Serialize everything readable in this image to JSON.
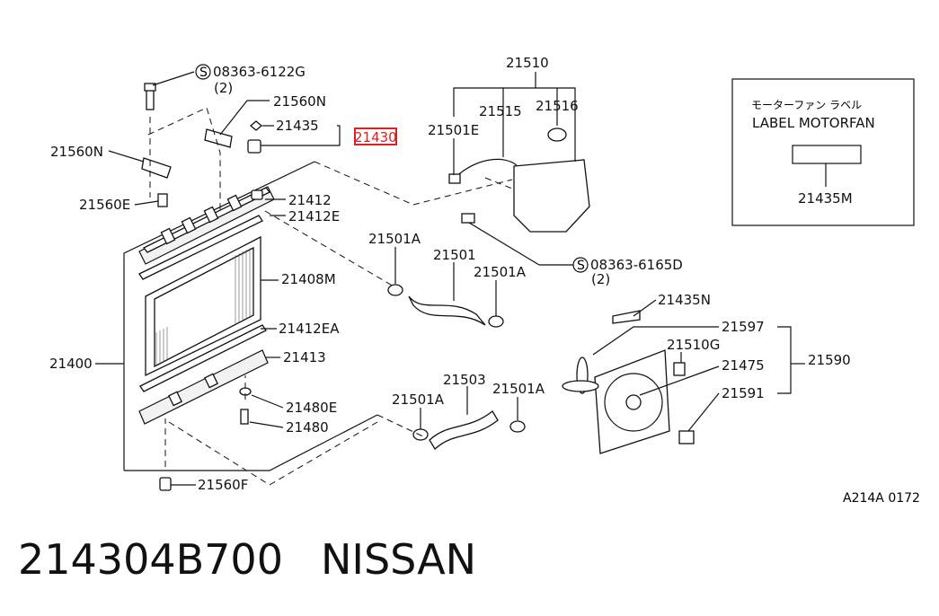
{
  "callouts": {
    "screw_top_code": "08363-6122G",
    "screw_top_qty": "(2)",
    "bracket_r": "21560N",
    "bracket_l": "21560N",
    "cap_label": "21435",
    "highlight_part": "21430",
    "grommet_top": "21560E",
    "seal_top": "21412",
    "seal_top_e": "21412E",
    "core": "21408M",
    "seal_lower": "21412EA",
    "lower_tank": "21413",
    "radiator": "21400",
    "washer": "21480E",
    "drain_plug": "21480",
    "grommet_bottom": "21560F",
    "reservoir_assy": "21510",
    "reservoir_hose_clamp": "21501E",
    "reservoir_hose": "21515",
    "reservoir_cap": "21516",
    "screw_res_code": "08363-6165D",
    "screw_res_qty": "(2)",
    "clamp_upper_l": "21501A",
    "hose_upper": "21501",
    "clamp_upper_r": "21501A",
    "hose_lower": "21503",
    "clamp_lower_l": "21501A",
    "clamp_lower_r": "21501A",
    "fan_label": "21435N",
    "fan_blade": "21597",
    "fan_bolt": "21510G",
    "fan_motor": "21475",
    "fan_shroud_assy": "21590",
    "fan_connector": "21591"
  },
  "label_box": {
    "jp": "モーターファン ラベル",
    "en": "LABEL MOTORFAN",
    "part": "21435M"
  },
  "figure_code": "A214A 0172",
  "footer": {
    "part_number": "214304B700",
    "brand": "NISSAN"
  },
  "colors": {
    "highlight": "#e02020",
    "line": "#111111"
  }
}
